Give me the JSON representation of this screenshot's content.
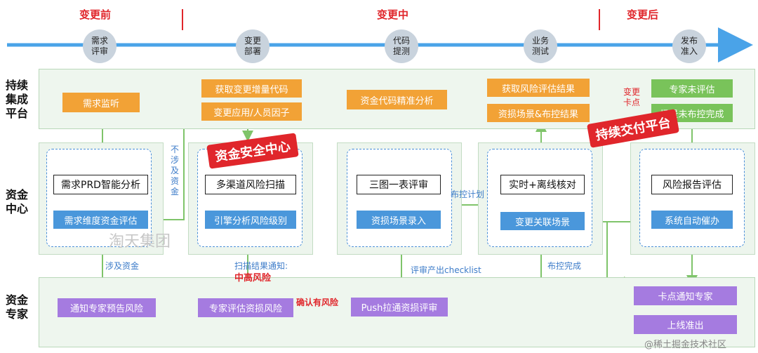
{
  "phases": {
    "before": "变更前",
    "during": "变更中",
    "after": "变更后"
  },
  "stages": [
    {
      "label": "需求\n评审"
    },
    {
      "label": "变更\n部署"
    },
    {
      "label": "代码\n提测"
    },
    {
      "label": "业务\n测试"
    },
    {
      "label": "发布\n准入"
    }
  ],
  "rows": {
    "ci": "持续\n集成\n平台",
    "fund_center": "资金\n中心",
    "fund_expert": "资金\n专家"
  },
  "ci_band": {
    "demand_listen": "需求监听",
    "get_increment_code": "获取变更增量代码",
    "change_app_factor": "变更应用/人员因子",
    "fund_code_analysis": "资金代码精准分析",
    "get_risk_result": "获取风险评估结果",
    "loss_scene_control": "资损场景&布控结果",
    "checkpoint": "变更\n卡点",
    "expert_not_evaluated": "专家未评估",
    "scene_control_unfinished": "场景未布控完成"
  },
  "fund_center": {
    "prd_analysis": "需求PRD智能分析",
    "demand_fund_eval": "需求维度资金评估",
    "multi_channel_scan": "多渠道风险扫描",
    "engine_analysis": "引擎分析风险级别",
    "three_diagrams_review": "三图一表评审",
    "loss_scene_entry": "资损场景录入",
    "realtime_offline_check": "实时+离线核对",
    "change_related_scene": "变更关联场景",
    "risk_report_eval": "风险报告评估",
    "auto_urge": "系统自动催办"
  },
  "fund_expert": {
    "notify_expert_warn": "通知专家预告风险",
    "expert_eval_loss": "专家评估资损风险",
    "push_review": "Push拉通资损评审",
    "checkpoint_notify": "卡点通知专家",
    "go_live": "上线准出"
  },
  "labels": {
    "not_involve_funds": "不\n涉\n及\n资\n金",
    "involve_funds": "涉及资金",
    "scan_notify": "扫描结果通知:",
    "mid_high_risk": "中高风险",
    "confirm_risk": "确认有风险",
    "review_checklist": "评审产出checklist",
    "control_plan": "布控计划",
    "control_done": "布控完成"
  },
  "stamps": {
    "fund_security_center": "资金安全中心",
    "continuous_delivery": "持续交付平台"
  },
  "watermark": "淘天集团",
  "credit": "@稀土掘金技术社区",
  "colors": {
    "orange": "#f2a236",
    "green": "#79c35a",
    "blue": "#4a97db",
    "purple": "#a57be0",
    "red": "#e0262b",
    "timeline": "#4aa3e8"
  }
}
